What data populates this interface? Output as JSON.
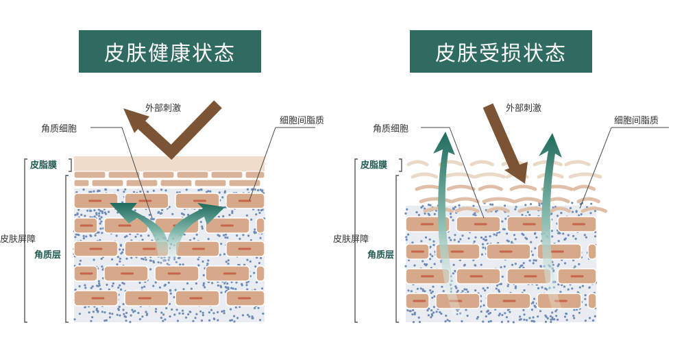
{
  "left_panel": {
    "title": "皮肤健康状态",
    "external_stimulus": "外部刺激",
    "keratinocyte": "角质细胞",
    "intercellular_lipid": "细胞间脂质",
    "sebum_film": "皮脂膜",
    "skin_barrier": "皮肤屏障",
    "stratum_corneum": "角质层"
  },
  "right_panel": {
    "title": "皮肤受损状态",
    "external_stimulus": "外部刺激",
    "keratinocyte": "角质细胞",
    "intercellular_lipid": "细胞间脂质",
    "sebum_film": "皮脂膜",
    "skin_barrier": "皮肤屏障",
    "stratum_corneum": "角质层"
  },
  "colors": {
    "banner": "#2f6b60",
    "arrow_teal": "#1f6a5c",
    "arrow_brown": "#7a5434",
    "cell_fill": "#d6a98a",
    "cell_line": "#c7644b",
    "lipid_dot": "#6f8bb5",
    "sebum": "#efdccb"
  }
}
